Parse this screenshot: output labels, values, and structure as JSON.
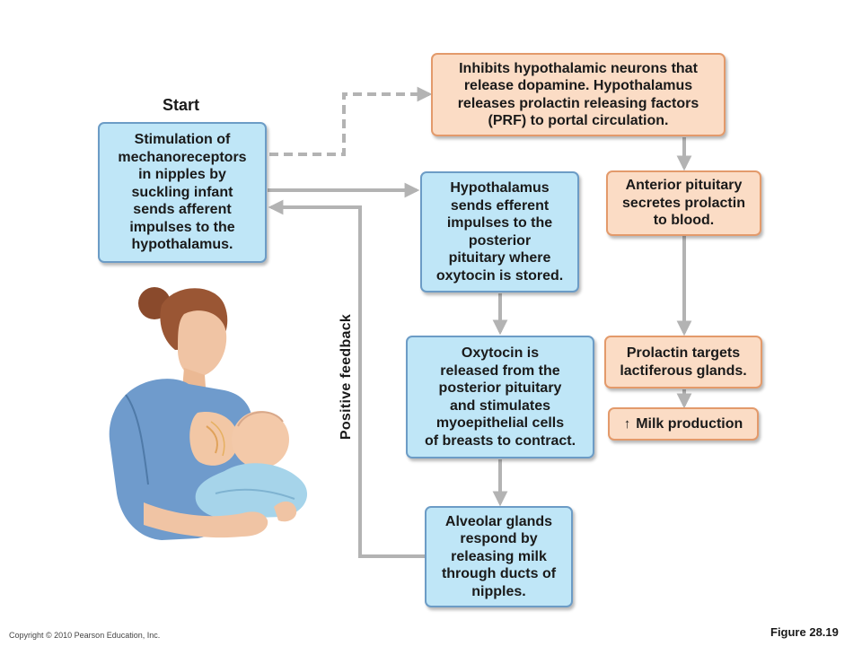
{
  "start_label": "Start",
  "feedback_label": "Positive feedback",
  "boxes": {
    "stimulation": "Stimulation of\nmechanoreceptors\nin nipples by\nsuckling infant\nsends afferent\nimpulses to the\nhypothalamus.",
    "hypothalamus_efferent": "Hypothalamus\nsends efferent\nimpulses to the\nposterior\npituitary where\noxytocin is stored.",
    "oxytocin_released": "Oxytocin is\nreleased from the\nposterior pituitary\nand stimulates\nmyoepithelial cells\nof breasts to contract.",
    "alveolar_glands": "Alveolar glands\nrespond by\nreleasing milk\nthrough ducts of\nnipples.",
    "inhibits_dopamine": "Inhibits hypothalamic neurons that\nrelease dopamine. Hypothalamus\nreleases prolactin releasing factors\n(PRF) to portal circulation.",
    "anterior_pituitary": "Anterior pituitary\nsecretes prolactin\nto blood.",
    "prolactin_targets": "Prolactin targets\nlactiferous glands.",
    "milk_production": "Milk production"
  },
  "milk_arrow_symbol": "↑",
  "copyright": "Copyright © 2010 Pearson Education, Inc.",
  "figure_label": "Figure 28.19",
  "colors": {
    "blue_fill": "#bfe6f7",
    "blue_border": "#6c9cc6",
    "orange_fill": "#fbdcc5",
    "orange_border": "#e39a6b",
    "arrow_gray": "#b3b3b3"
  }
}
